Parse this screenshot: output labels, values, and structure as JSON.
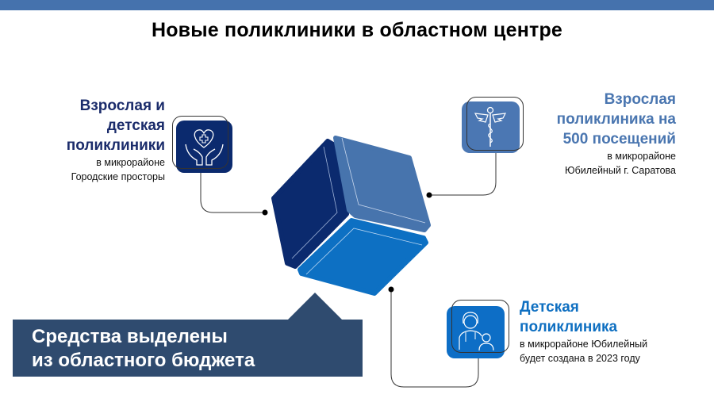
{
  "title": "Новые поликлиники в областном центре",
  "items": [
    {
      "heading": [
        "Взрослая и",
        "детская",
        "поликлиники"
      ],
      "sub": [
        "в микрорайоне",
        "Городские просторы"
      ],
      "icon": "heart-hands-icon",
      "color": "#0b2a6e"
    },
    {
      "heading": [
        "Взрослая",
        "поликлиника на",
        "500 посещений"
      ],
      "sub": [
        "в микрорайоне",
        "Юбилейный г. Саратова"
      ],
      "icon": "caduceus-icon",
      "color": "#4b77b3"
    },
    {
      "heading": [
        "Детская",
        "поликлиника"
      ],
      "sub": [
        "в микрорайоне Юбилейный",
        "будет создана в 2023 году"
      ],
      "icon": "doctor-child-icon",
      "color": "#0d6ec6"
    }
  ],
  "banner": [
    "Средства выделены",
    "из областного бюджета"
  ]
}
